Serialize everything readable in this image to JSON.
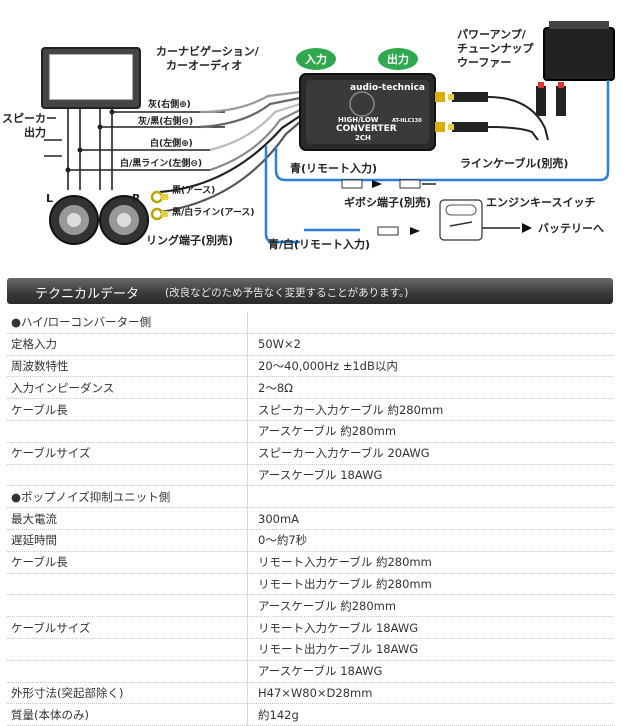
{
  "diagram": {
    "labels": {
      "car_navi": "カーナビゲーション/",
      "car_audio": "カーオーディオ",
      "speaker_out_1": "スピーカー",
      "speaker_out_2": "出力",
      "speaker_L": "L",
      "speaker_R": "R",
      "wire_gray": "灰(右側⊕)",
      "wire_gray_black": "灰/黒(右側⊖)",
      "wire_white": "白(左側⊕)",
      "wire_white_black": "白/黒ライン(左側⊖)",
      "wire_black": "黒(アース)",
      "wire_black_white": "黒/白ライン(アース)",
      "ring_terminal": "リング端子(別売)",
      "badge_input": "入力",
      "badge_output": "出力",
      "brand": "audio-technica",
      "device_line1": "HIGH/LOW",
      "device_line2": "CONVERTER",
      "device_line3": "2CH",
      "device_model": "AT-HLC130",
      "amp_line1": "パワーアンプ/",
      "amp_line2": "チューンナップ",
      "amp_line3": "ウーファー",
      "line_cable": "ラインケーブル(別売)",
      "blue_remote": "青(リモート入力)",
      "gibosi": "ギボシ端子(別売)",
      "engine_switch": "エンジンキースイッチ",
      "blue_white_remote": "青/白(リモート入力)",
      "battery": "バッテリーへ"
    }
  },
  "header": {
    "title": "テクニカルデータ",
    "note": "(改良などのため予告なく変更することがあります。)"
  },
  "specs": [
    [
      "●ハイ/ローコンバーター側",
      ""
    ],
    [
      "定格入力",
      "50W×2"
    ],
    [
      "周波数特性",
      "20～40,000Hz ±1dB以内"
    ],
    [
      "入力インピーダンス",
      "2～8Ω"
    ],
    [
      "ケーブル長",
      "スピーカー入力ケーブル 約280mm"
    ],
    [
      "",
      "アースケーブル 約280mm"
    ],
    [
      "ケーブルサイズ",
      "スピーカー入力ケーブル 20AWG"
    ],
    [
      "",
      "アースケーブル 18AWG"
    ],
    [
      "●ポップノイズ抑制ユニット側",
      ""
    ],
    [
      "最大電流",
      "300mA"
    ],
    [
      "遅延時間",
      "0～約7秒"
    ],
    [
      "ケーブル長",
      "リモート入力ケーブル 約280mm"
    ],
    [
      "",
      "リモート出力ケーブル 約280mm"
    ],
    [
      "",
      "アースケーブル 約280mm"
    ],
    [
      "ケーブルサイズ",
      "リモート入力ケーブル 18AWG"
    ],
    [
      "",
      "リモート出力ケーブル 18AWG"
    ],
    [
      "",
      "アースケーブル 18AWG"
    ],
    [
      "外形寸法(突起部除く)",
      "H47×W80×D28mm"
    ],
    [
      "質量(本体のみ)",
      "約142g"
    ]
  ]
}
